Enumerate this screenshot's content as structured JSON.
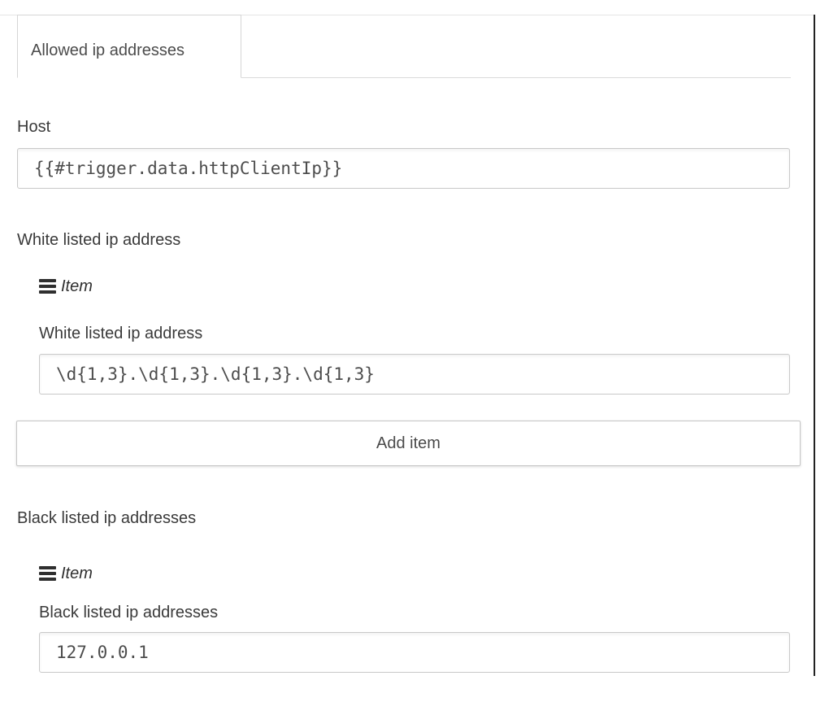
{
  "tab": {
    "label": "Allowed ip addresses"
  },
  "fields": {
    "host": {
      "label": "Host",
      "value": "{{#trigger.data.httpClientIp}}"
    }
  },
  "sections": [
    {
      "id": "whitelist",
      "label": "White listed ip address",
      "item": {
        "header": "Item",
        "field_label": "White listed ip address",
        "field_value": "\\d{1,3}.\\d{1,3}.\\d{1,3}.\\d{1,3}"
      }
    },
    {
      "id": "blacklist",
      "label": "Black listed ip addresses",
      "item": {
        "header": "Item",
        "field_label": "Black listed ip addresses",
        "field_value": "127.0.0.1"
      }
    }
  ],
  "buttons": {
    "add_item": "Add item"
  },
  "icons": {
    "drag_handle": "hamburger-icon"
  },
  "colors": {
    "text": "#3a3a3a",
    "tab_border": "#d6d6d6",
    "input_border": "#c9c9c9",
    "window_border": "#222222"
  }
}
